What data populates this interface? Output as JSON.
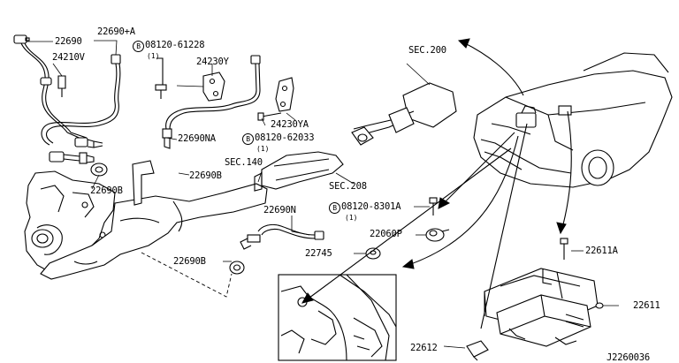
{
  "callouts": {
    "c22690": "22690",
    "c22690A": "22690+A",
    "c24210V": "24210V",
    "b08120_61228": "08120-61228",
    "b08120_61228_qty": "(1)",
    "c24230Y": "24230Y",
    "c24230YA": "24230YA",
    "c22690NA": "22690NA",
    "b08120_62033": "08120-62033",
    "b08120_62033_qty": "(1)",
    "sec200": "SEC.200",
    "sec140": "SEC.140",
    "sec208": "SEC.208",
    "c22690B_1": "22690B",
    "c22690B_2": "22690B",
    "c22690B_3": "22690B",
    "c22690N": "22690N",
    "b08120_8301A": "08120-8301A",
    "b08120_8301A_qty": "(1)",
    "c22060P": "22060P",
    "c22745": "22745",
    "c22611A": "22611A",
    "c22611": "22611",
    "c22612": "22612",
    "bolt_marker": "B",
    "diagram_id": "J2260036"
  }
}
